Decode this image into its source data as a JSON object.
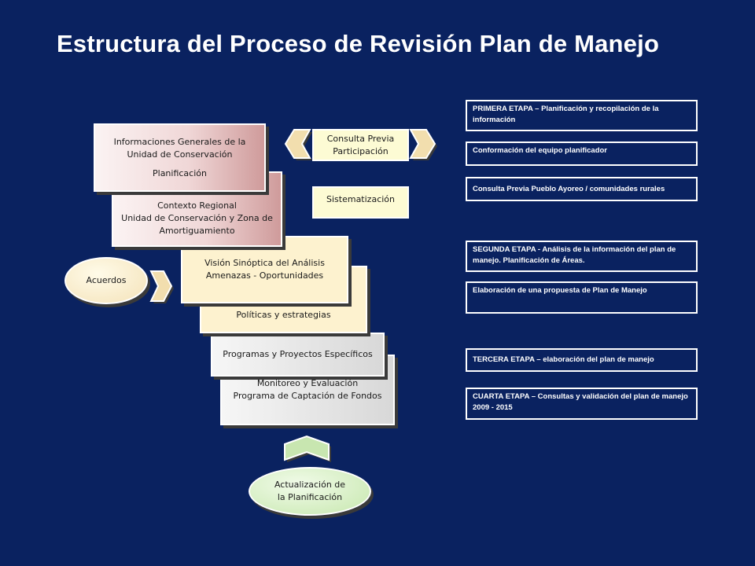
{
  "title": "Estructura del Proceso de Revisión Plan de Manejo",
  "left_stack": {
    "info_general_line1": "Informaciones Generales de la",
    "info_general_line2": "Unidad de Conservación",
    "info_general_line3": "Planificación",
    "contexto_line1": "Contexto Regional",
    "contexto_line2": "Unidad de Conservación  y Zona de",
    "contexto_line3": "Amortiguamiento",
    "vision_line1": "Visión Sinóptica  del Análisis",
    "vision_line2": "Amenazas - Oportunidades",
    "politicas": "Políticas  y estrategias",
    "programas": "Programas y Proyectos Específicos",
    "monitoreo_line1": "Monitoreo  y Evaluación",
    "monitoreo_line2": "Programa de Captación de Fondos"
  },
  "middle": {
    "consulta_line1": "Consulta Previa",
    "consulta_line2": "Participación",
    "sistematizacion": "Sistematización"
  },
  "acuerdos": "Acuerdos",
  "actualizacion_line1": "Actualización  de",
  "actualizacion_line2": "la Planificación",
  "right_column": {
    "primera_bold": "PRIMERA ETAPA",
    "primera_rest": " – Planificación y recopilación de la información",
    "conformacion": "Conformación  del  equipo planificador",
    "consulta_previa": "Consulta Previa Pueblo Ayoreo / comunidades rurales",
    "segunda": "SEGUNDA ETAPA - Análisis de la información del plan de manejo. Planificación de Áreas.",
    "elaboracion": "Elaboración  de una propuesta  de Plan de Manejo",
    "tercera": "TERCERA ETAPA  – elaboración del plan de manejo",
    "cuarta": "CUARTA ETAPA  – Consultas  y  validación del plan de manejo 2009 - 2015"
  },
  "colors": {
    "background": "#0a2260",
    "pink_box": "#e2b5b5",
    "cream_box": "#fdf2cf",
    "grey_box": "#d8d8d8",
    "yellow_box": "#fdfbd4",
    "arrow_fill": "#f2deae",
    "up_arrow_fill": "#c8e6b0"
  }
}
